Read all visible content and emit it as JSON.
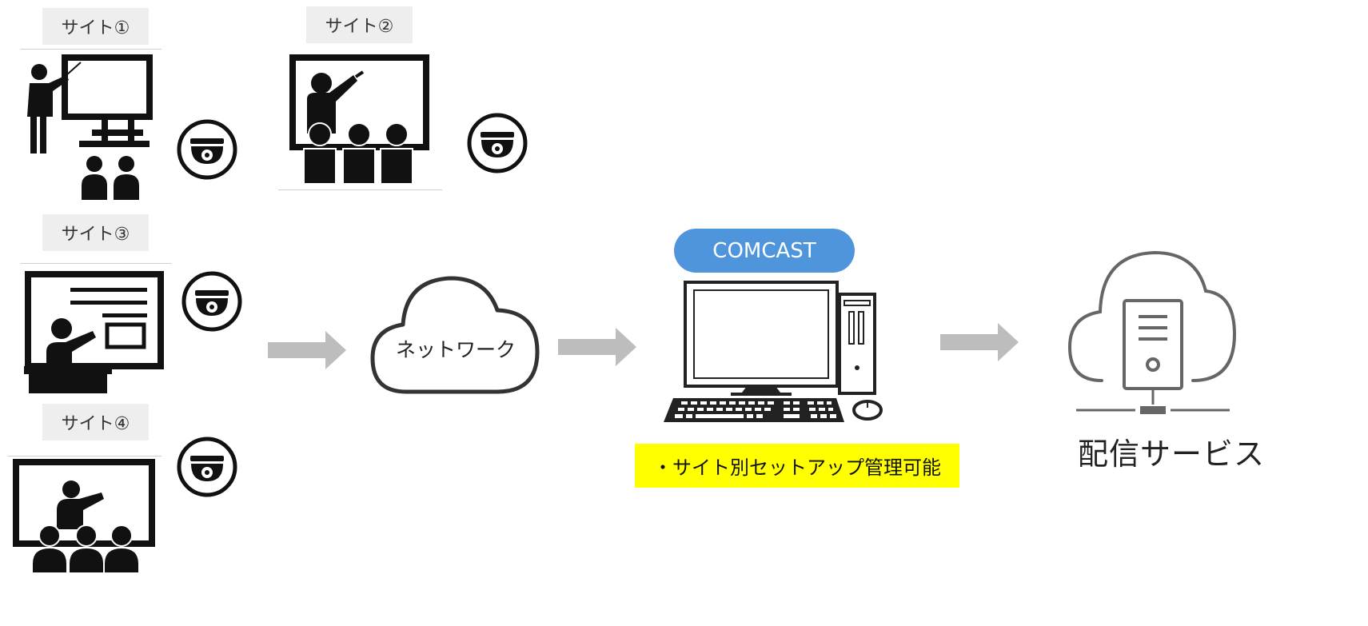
{
  "sites": [
    {
      "label": "サイト①"
    },
    {
      "label": "サイト②"
    },
    {
      "label": "サイト③"
    },
    {
      "label": "サイト④"
    }
  ],
  "network": {
    "label": "ネットワーク"
  },
  "server": {
    "badge": "COMCAST",
    "note": "・サイト別セットアップ管理可能"
  },
  "service": {
    "label": "配信サービス"
  },
  "colors": {
    "badge": "#4f95dc",
    "note": "#ffff00",
    "arrow": "#bdbdbd",
    "ink": "#1a1a1a"
  },
  "icons": [
    "teacher-board-icon",
    "classroom-icon",
    "lecture-icon",
    "presenter-audience-icon",
    "dome-camera-icon",
    "cloud-icon",
    "desktop-computer-icon",
    "cloud-server-icon",
    "arrow-right-icon"
  ]
}
